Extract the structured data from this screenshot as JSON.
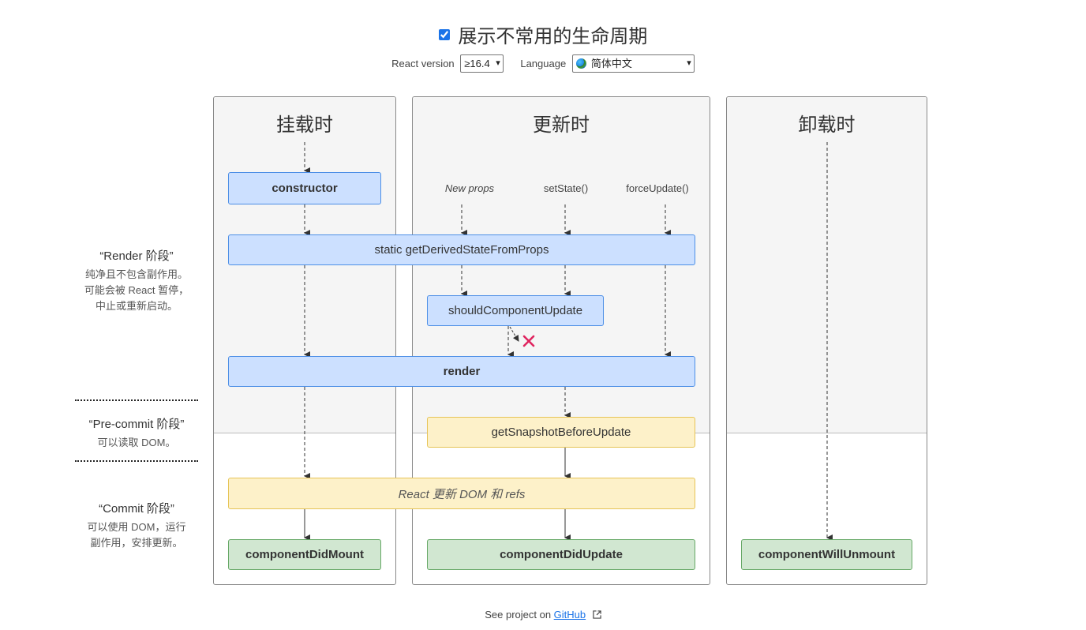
{
  "header": {
    "checkbox_checked": true,
    "title": "展示不常用的生命周期",
    "react_version_label": "React version",
    "react_version_value": "≥16.4",
    "language_label": "Language",
    "language_value": "简体中文"
  },
  "columns": {
    "mount": {
      "title": "挂载时"
    },
    "update": {
      "title": "更新时"
    },
    "unmount": {
      "title": "卸载时"
    }
  },
  "triggers": {
    "new_props": "New props",
    "set_state": "setState()",
    "force_update": "forceUpdate()"
  },
  "boxes": {
    "constructor": "constructor",
    "get_derived_state": "static getDerivedStateFromProps",
    "should_component_update": "shouldComponentUpdate",
    "render": "render",
    "get_snapshot": "getSnapshotBeforeUpdate",
    "react_updates_dom": "React 更新 DOM 和 refs",
    "component_did_mount": "componentDidMount",
    "component_did_update": "componentDidUpdate",
    "component_will_unmount": "componentWillUnmount"
  },
  "phases": {
    "render": {
      "title": "“Render 阶段”",
      "desc": [
        "纯净且不包含副作用。",
        "可能会被 React 暂停，",
        "中止或重新启动。"
      ]
    },
    "precommit": {
      "title": "“Pre-commit 阶段”",
      "desc": [
        "可以读取 DOM。"
      ]
    },
    "commit": {
      "title": "“Commit 阶段”",
      "desc": [
        "可以使用 DOM，运行",
        "副作用，安排更新。"
      ]
    }
  },
  "footer": {
    "text": "See project on ",
    "link": "GitHub"
  },
  "colors": {
    "render_phase_box": "#cce0ff",
    "precommit_box": "#fdf1c9",
    "commit_box": "#d1e7d1",
    "cancel_x": "#e0245e"
  },
  "icons": {
    "cancel": "close-icon",
    "external_link": "external-link-icon",
    "language": "globe-icon"
  }
}
